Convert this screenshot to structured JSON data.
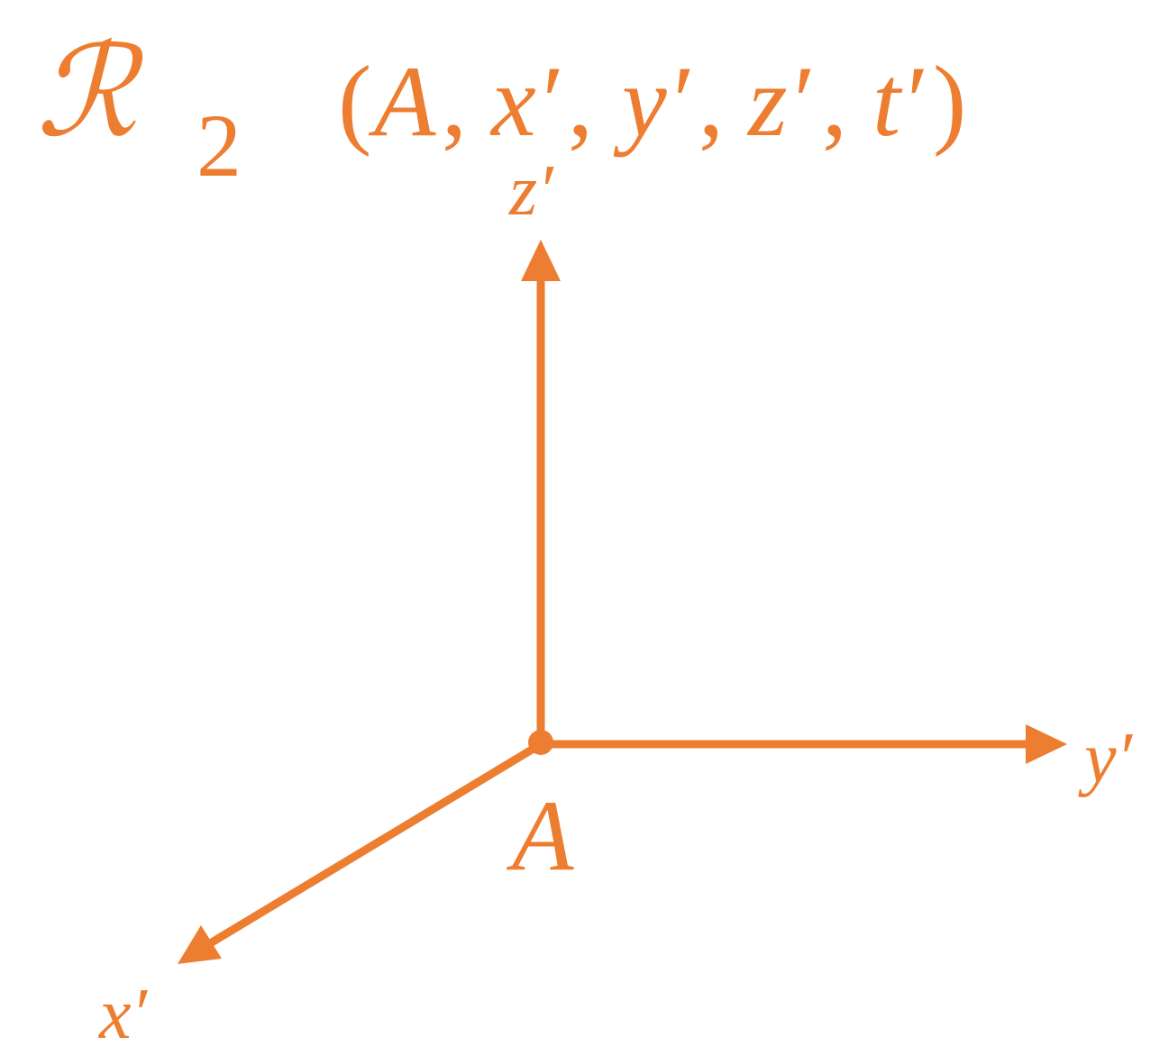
{
  "frame": {
    "symbol": "ℛ",
    "subscript": "2",
    "coordinates": {
      "open": "(",
      "origin": "A",
      "x": "x′",
      "y": "y′",
      "z": "z′",
      "t": "t′",
      "separator": ",",
      "close": ")"
    }
  },
  "axes": {
    "z_label": "z′",
    "y_label": "y′",
    "x_label": "x′"
  },
  "origin_label": "A",
  "colors": {
    "accent": "#ED7D31",
    "background": "#FFFFFF"
  }
}
